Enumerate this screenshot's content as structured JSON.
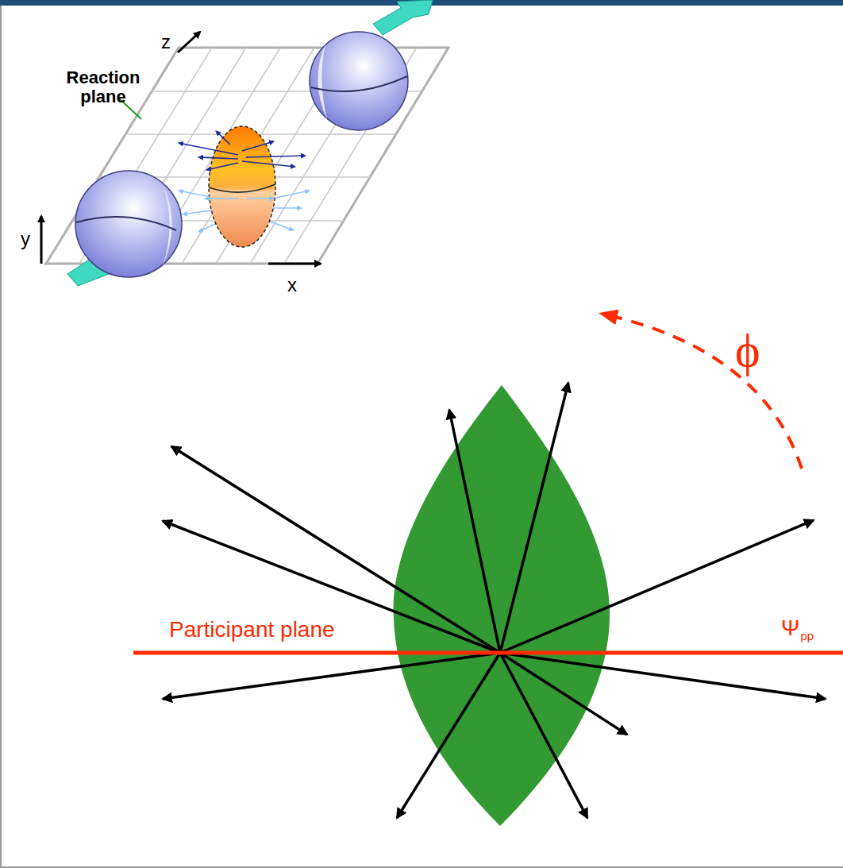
{
  "diagram": {
    "labels": [
      "Reaction plane",
      "z",
      "y",
      "x",
      "ϕ",
      "Participant plane",
      "Ψ",
      "pp"
    ]
  }
}
